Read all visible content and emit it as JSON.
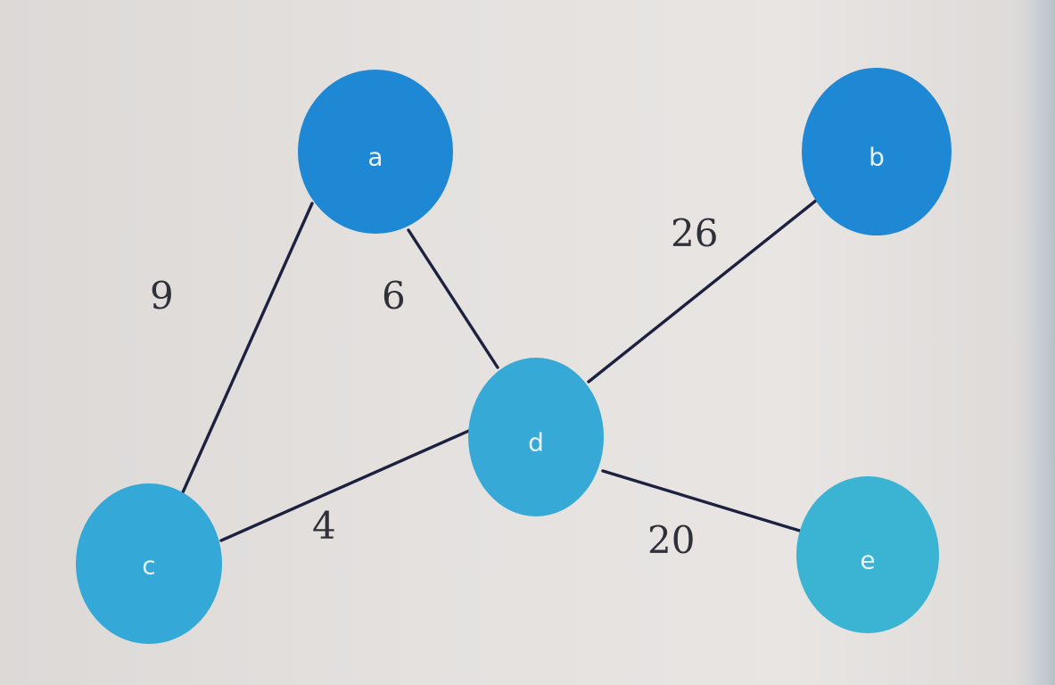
{
  "graph": {
    "nodes": [
      {
        "id": "a",
        "label": "a",
        "color": "#1e88d4"
      },
      {
        "id": "b",
        "label": "b",
        "color": "#1e88d4"
      },
      {
        "id": "c",
        "label": "c",
        "color": "#34a8d6"
      },
      {
        "id": "d",
        "label": "d",
        "color": "#36a9d7"
      },
      {
        "id": "e",
        "label": "e",
        "color": "#3bb3d3"
      }
    ],
    "edges": [
      {
        "from": "a",
        "to": "c",
        "weight": "9"
      },
      {
        "from": "a",
        "to": "d",
        "weight": "6"
      },
      {
        "from": "b",
        "to": "d",
        "weight": "26"
      },
      {
        "from": "c",
        "to": "d",
        "weight": "4"
      },
      {
        "from": "d",
        "to": "e",
        "weight": "20"
      }
    ]
  }
}
